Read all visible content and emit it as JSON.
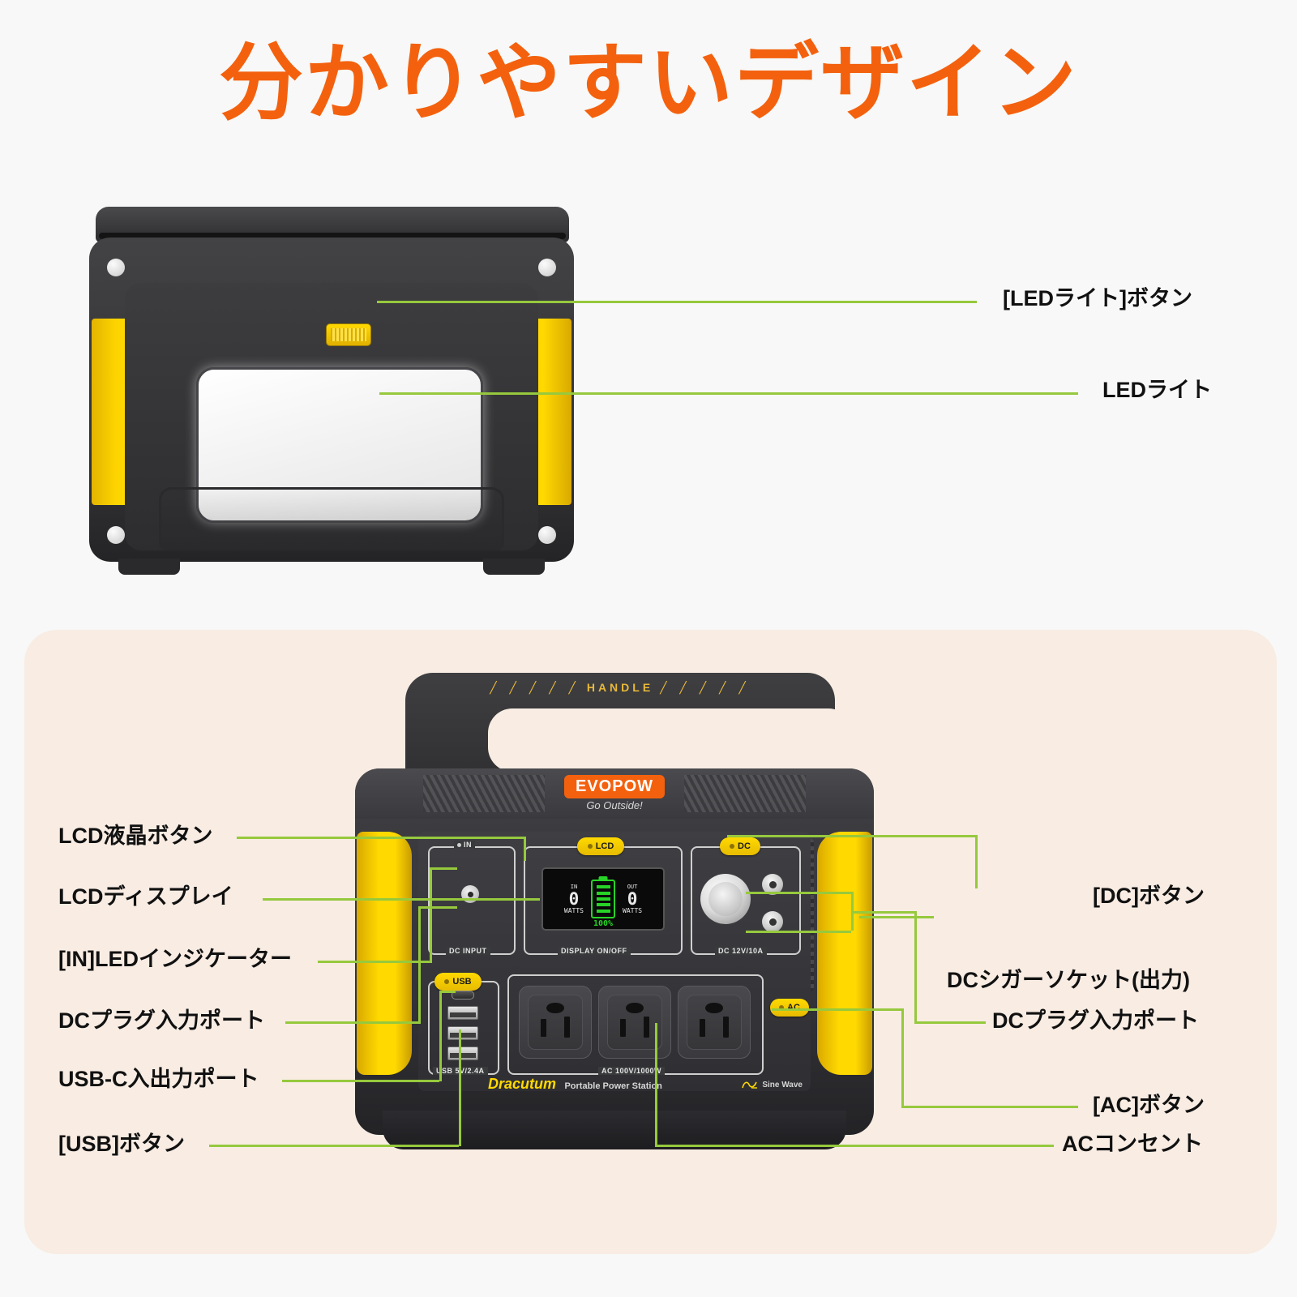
{
  "page": {
    "title": "分かりやすいデザイン",
    "title_color": "#f4610e",
    "background_color": "#f7f8f7",
    "panel_color": "#f8ece3",
    "leader_line_color": "#96c93d"
  },
  "top_section": {
    "callouts": [
      {
        "label": "[LEDライト]ボタン",
        "target": "led-light-button"
      },
      {
        "label": "LEDライト",
        "target": "led-light-panel"
      }
    ]
  },
  "bottom_section": {
    "left_callouts": [
      {
        "label": "LCD液晶ボタン",
        "target": "lcd-button"
      },
      {
        "label": "LCDディスプレイ",
        "target": "lcd-display"
      },
      {
        "label": "[IN]LEDインジケーター",
        "target": "in-led-indicator"
      },
      {
        "label": "DCプラグ入力ポート",
        "target": "dc-input-port"
      },
      {
        "label": "USB-C入出力ポート",
        "target": "usb-c-port"
      },
      {
        "label": "[USB]ボタン",
        "target": "usb-button"
      }
    ],
    "right_callouts": [
      {
        "label": "[DC]ボタン",
        "target": "dc-button"
      },
      {
        "label": "DCシガーソケット(出力)",
        "target": "dc-cigarette-socket"
      },
      {
        "label": "DCプラグ入力ポート",
        "target": "dc-output-jacks"
      },
      {
        "label": "[AC]ボタン",
        "target": "ac-button"
      },
      {
        "label": "ACコンセント",
        "target": "ac-outlets"
      }
    ]
  },
  "device": {
    "handle_text": "HANDLE",
    "handle_dash_left": "╱ ╱ ╱ ╱ ╱",
    "handle_dash_right": "╱ ╱ ╱ ╱ ╱",
    "brand_logo": "EVOPOW",
    "brand_tagline": "Go Outside!",
    "model_name": "Dracutum",
    "model_subtitle": "Portable Power Station",
    "buttons": {
      "lcd": "LCD",
      "dc": "DC",
      "usb": "USB",
      "ac": "AC"
    },
    "group_captions": {
      "in_indicator": "IN",
      "dc_input": "DC INPUT",
      "display_toggle": "DISPLAY ON/OFF",
      "dc_output": "DC 12V/10A",
      "usb_spec": "USB 5V/2.4A",
      "ac_spec": "AC 100V/1000W",
      "sine_wave": "Sine Wave"
    },
    "lcd_display": {
      "in_label": "IN",
      "in_value": "0",
      "in_unit": "WATTS",
      "out_label": "OUT",
      "out_value": "0",
      "out_unit": "WATTS",
      "battery_percent": "100%",
      "battery_bars": 5,
      "battery_color": "#27d327"
    }
  }
}
